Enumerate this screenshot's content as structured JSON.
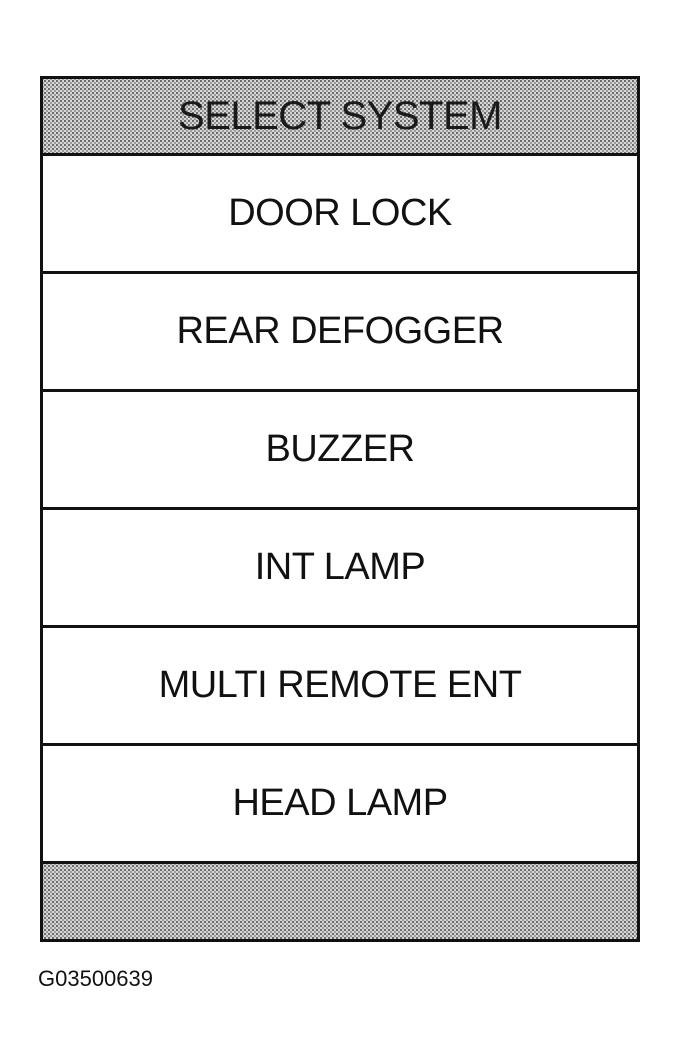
{
  "header": {
    "title": "SELECT SYSTEM"
  },
  "menu": {
    "items": [
      {
        "label": "DOOR LOCK"
      },
      {
        "label": "REAR DEFOGGER"
      },
      {
        "label": "BUZZER"
      },
      {
        "label": "INT LAMP"
      },
      {
        "label": "MULTI REMOTE ENT"
      },
      {
        "label": "HEAD LAMP"
      }
    ]
  },
  "figure_id": "G03500639",
  "colors": {
    "border": "#111111",
    "stipple": "#d6d6d6",
    "background": "#ffffff"
  }
}
